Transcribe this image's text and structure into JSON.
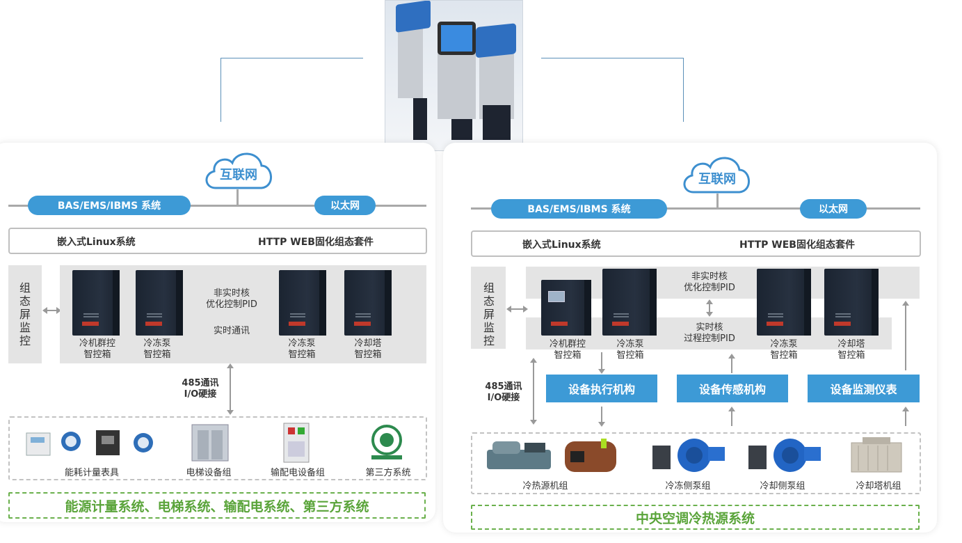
{
  "left": {
    "cloud": "互联网",
    "bas_pill": "BAS/EMS/IBMS 系统",
    "eth_pill": "以太网",
    "linux": "嵌入式Linux系统",
    "http": "HTTP WEB固化组态套件",
    "monitor": "组态屏监控",
    "core_nonrealtime": [
      "非实时核",
      "优化控制PID"
    ],
    "core_realtime": "实时通讯",
    "cabinets": [
      {
        "l1": "冷机群控",
        "l2": "智控箱"
      },
      {
        "l1": "冷冻泵",
        "l2": "智控箱"
      },
      {
        "l1": "冷冻泵",
        "l2": "智控箱"
      },
      {
        "l1": "冷却塔",
        "l2": "智控箱"
      }
    ],
    "comm": [
      "485通讯",
      "I/O硬接"
    ],
    "devices": [
      "能耗计量表具",
      "电梯设备组",
      "输配电设备组",
      "第三方系统"
    ],
    "bottom": "能源计量系统、电梯系统、输配电系统、第三方系统"
  },
  "right": {
    "cloud": "互联网",
    "bas_pill": "BAS/EMS/IBMS 系统",
    "eth_pill": "以太网",
    "linux": "嵌入式Linux系统",
    "http": "HTTP WEB固化组态套件",
    "monitor": "组态屏监控",
    "core_nonrealtime": [
      "非实时核",
      "优化控制PID"
    ],
    "core_realtime": [
      "实时核",
      "过程控制PID"
    ],
    "cabinets": [
      {
        "l1": "冷机群控",
        "l2": "智控箱"
      },
      {
        "l1": "冷冻泵",
        "l2": "智控箱"
      },
      {
        "l1": "冷冻泵",
        "l2": "智控箱"
      },
      {
        "l1": "冷却塔",
        "l2": "智控箱"
      }
    ],
    "comm": [
      "485通讯",
      "I/O硬接"
    ],
    "actions": [
      "设备执行机构",
      "设备传感机构",
      "设备监测仪表"
    ],
    "devices": [
      "冷热源机组",
      "冷冻侧泵组",
      "冷却侧泵组",
      "冷却塔机组"
    ],
    "bottom": "中央空调冷热源系统"
  },
  "colors": {
    "accent": "#3d9ad6",
    "green": "#5aa43a"
  }
}
